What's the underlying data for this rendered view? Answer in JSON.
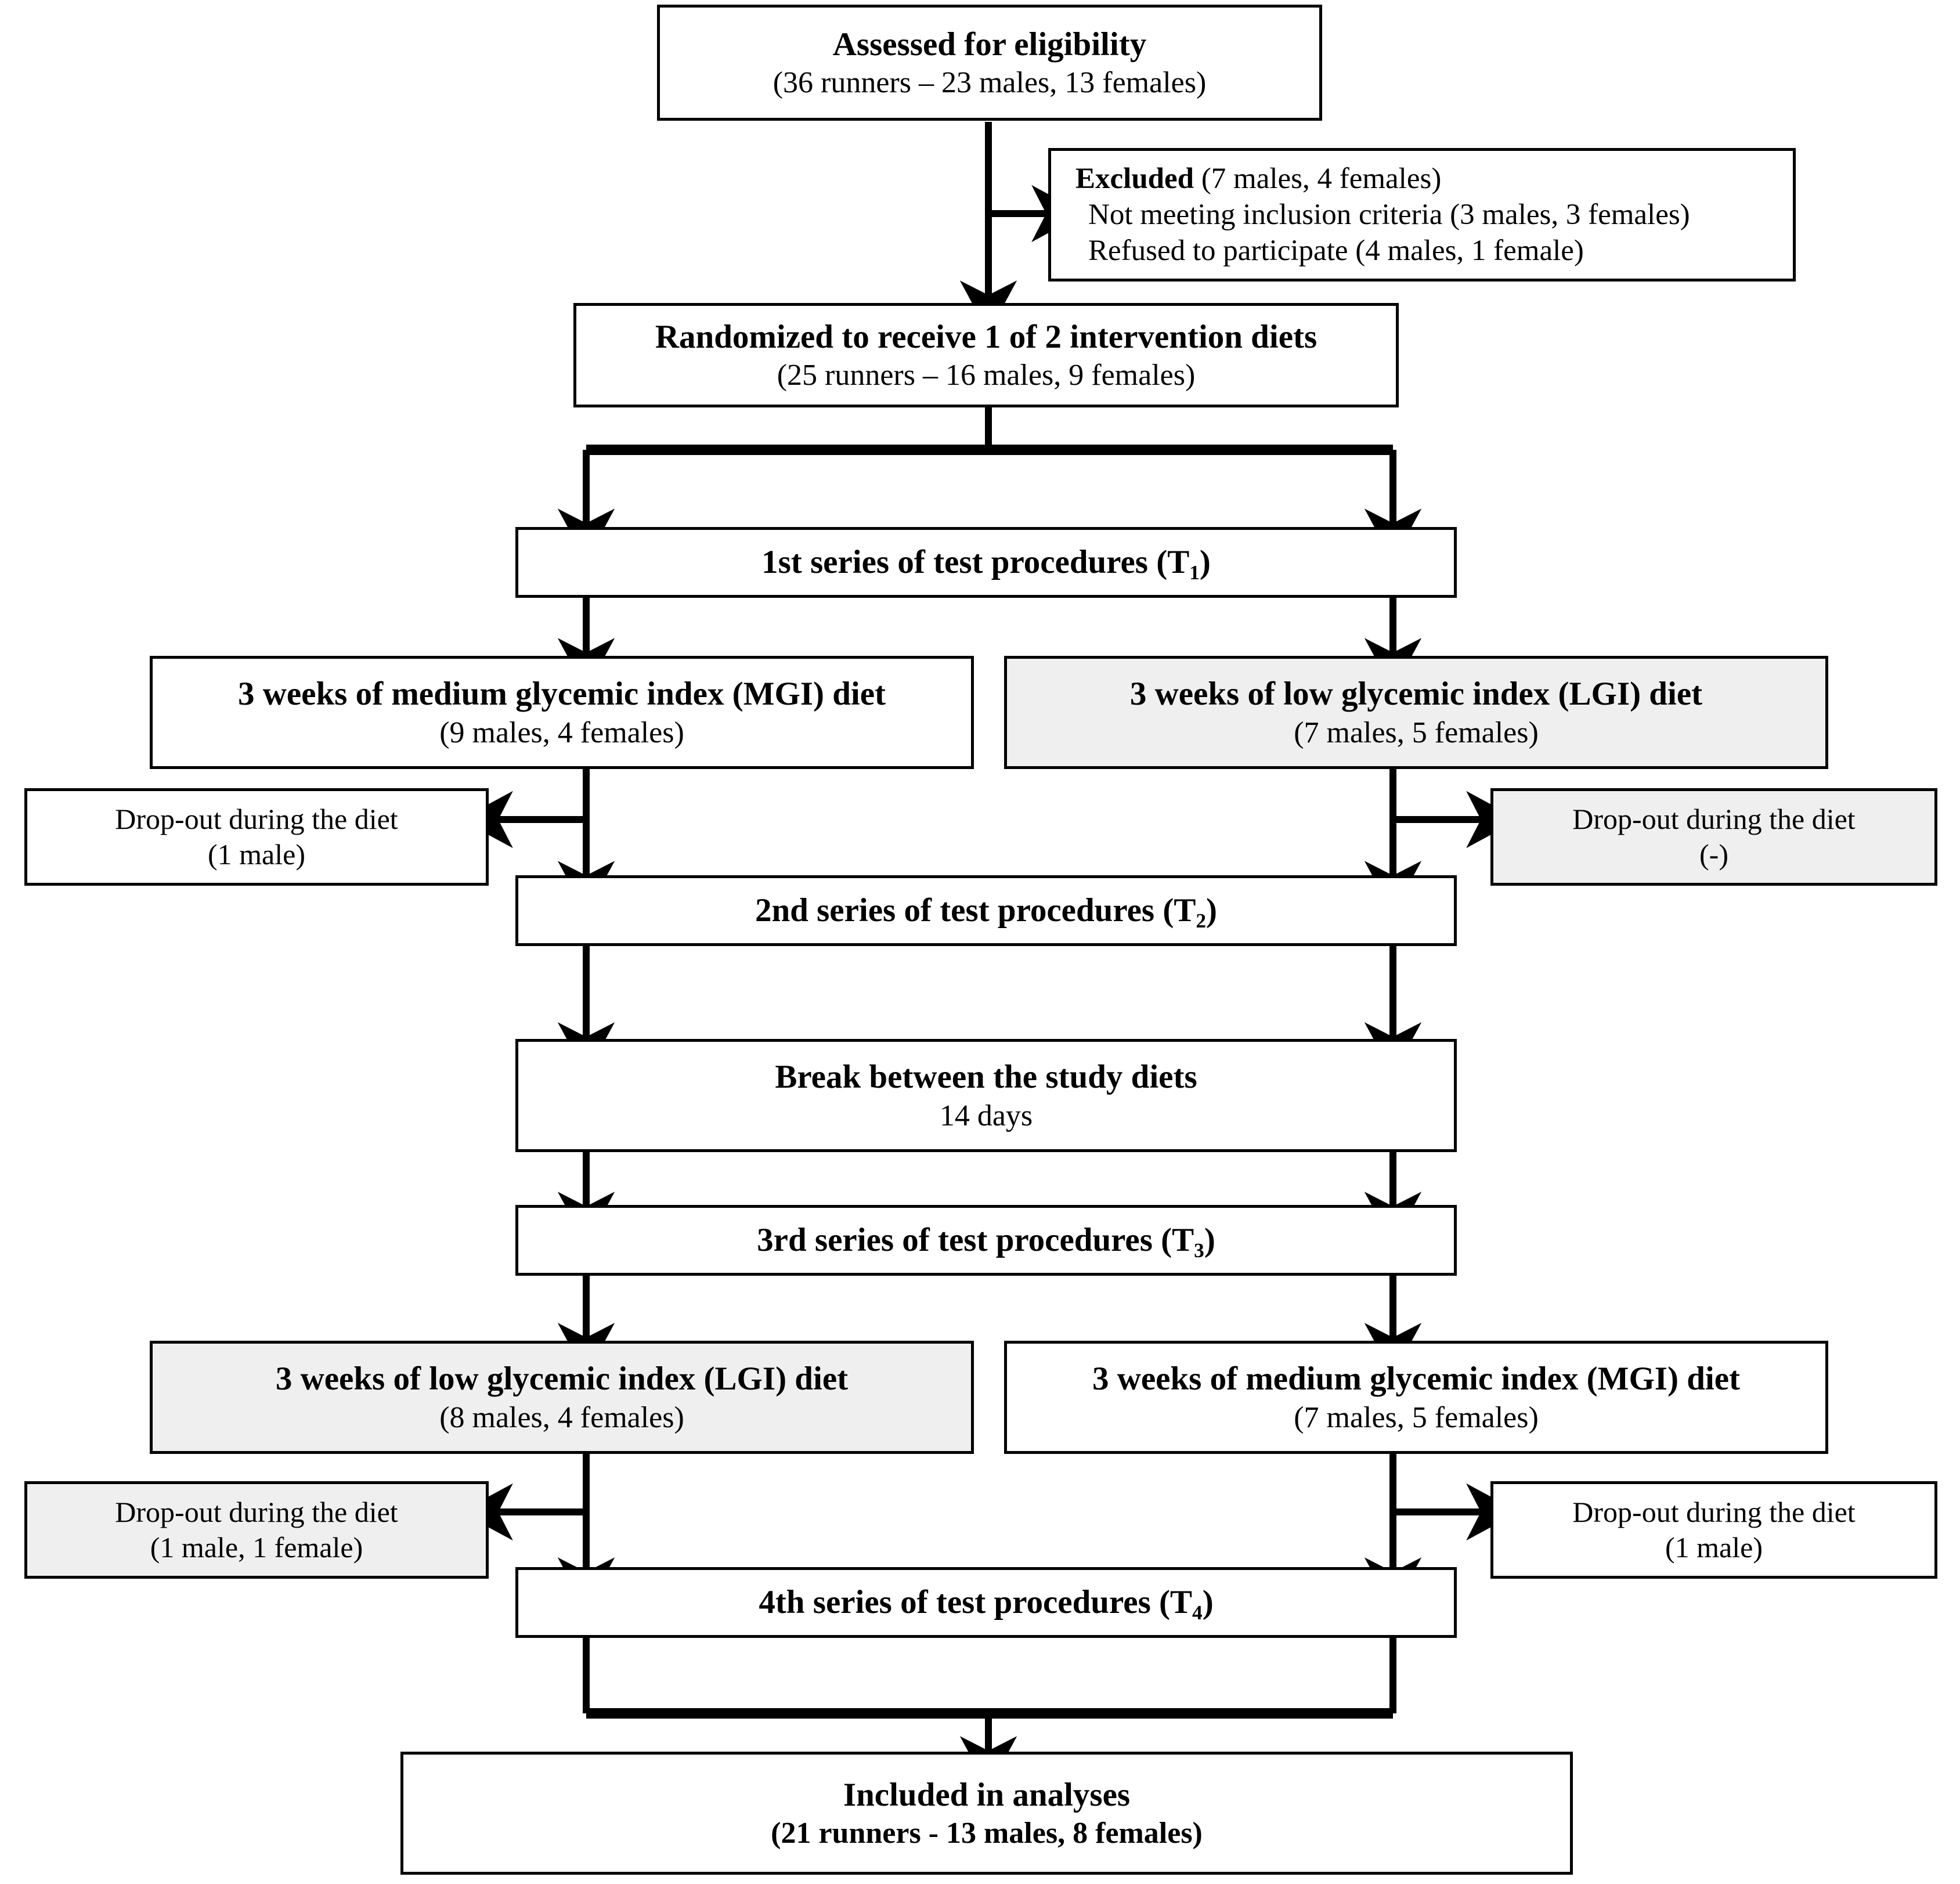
{
  "figure": {
    "type": "consort-flow-diagram",
    "title_text": "",
    "colors": {
      "background": "#ffffff",
      "box_border": "#000000",
      "box_fill_plain": "#ffffff",
      "box_fill_shaded": "#efefef",
      "connector": "#000000"
    }
  },
  "nodes": {
    "assessed": {
      "title": "Assessed for eligibility",
      "detail": "(36 runners – 23 males, 13 females)"
    },
    "excluded": {
      "line1_bold": "Excluded",
      "line1_rest": " (7 males, 4 females)",
      "line2": "Not meeting inclusion criteria (3 males, 3 females)",
      "line3": "Refused to participate (4 males, 1 female)"
    },
    "randomized": {
      "title": "Randomized to receive 1 of 2 intervention diets",
      "detail": "(25 runners – 16 males, 9 females)"
    },
    "t1": {
      "title": "1st series of test procedures (T",
      "sub": "1",
      "title_end": ")"
    },
    "mgi_first": {
      "title": "3 weeks of medium glycemic index (MGI) diet",
      "detail": "(9 males, 4 females)"
    },
    "lgi_first": {
      "title": "3 weeks of low glycemic index (LGI) diet",
      "detail": "(7 males, 5 females)"
    },
    "dropout_mgi_first": {
      "title": "Drop-out during the diet",
      "detail": "(1 male)"
    },
    "dropout_lgi_first": {
      "title": "Drop-out during the diet",
      "detail": "(-)"
    },
    "t2": {
      "title": "2nd series of test procedures (T",
      "sub": "2",
      "title_end": ")"
    },
    "break": {
      "title": "Break between the study diets",
      "detail": "14 days"
    },
    "t3": {
      "title": "3rd series of test procedures (T",
      "sub": "3",
      "title_end": ")"
    },
    "lgi_second": {
      "title": "3 weeks of low glycemic index (LGI) diet",
      "detail": "(8 males, 4 females)"
    },
    "mgi_second": {
      "title": "3 weeks of medium glycemic index (MGI) diet",
      "detail": "(7 males, 5 females)"
    },
    "dropout_lgi_second": {
      "title": "Drop-out during the diet",
      "detail": "(1 male, 1 female)"
    },
    "dropout_mgi_second": {
      "title": "Drop-out during the diet",
      "detail": "(1 male)"
    },
    "t4": {
      "title": "4th series of test procedures (T",
      "sub": "4",
      "title_end": ")"
    },
    "included": {
      "title": "Included in analyses",
      "detail": "(21 runners - 13 males, 8 females)"
    }
  }
}
